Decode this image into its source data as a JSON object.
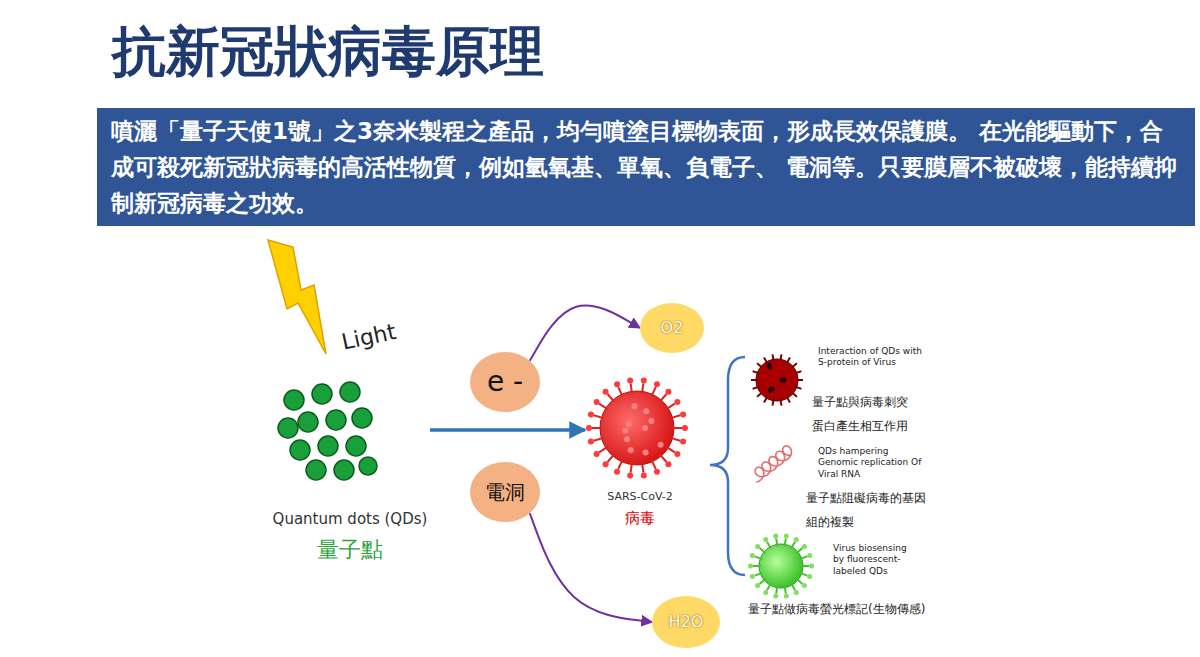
{
  "diagram": {
    "title": "抗新冠狀病毒原理",
    "nodes": [
      {
        "text": [
          "噴灑「量子天使1號」之3奈米製程之產品，均勻噴塗目標物表面，形成長效保護膜。 在光能驅動下，合成可殺死新冠狀病毒的高活性物質，例如氫氧基、單氧、負電子、 電洞等。只要膜層不被破壞，能持續抑制新冠病毒之功效。"
        ]
      },
      {
        "text": [
          "Quantum dots (QDs)",
          "量子點"
        ]
      },
      {
        "text": [
          "e -"
        ]
      },
      {
        "text": [
          "電洞"
        ]
      },
      {
        "text": [
          "SARS-CoV-2",
          "病毒"
        ]
      },
      {
        "text": [
          "O2"
        ]
      },
      {
        "text": [
          "H2O"
        ]
      }
    ],
    "edges": [
      {
        "from": 1,
        "to": 4,
        "arrow": "to"
      },
      {
        "from": 2,
        "to": 5,
        "arrow": "to"
      },
      {
        "from": 3,
        "to": 6,
        "arrow": "to"
      }
    ],
    "labels": [
      "Light",
      "Interaction of QDs with S-protein of Virus",
      "量子點與病毒刺突蛋白產生相互作用",
      "QDs hampering Genomic replication Of Viral RNA",
      "量子點阻礙病毒的基因組的複製",
      "Virus biosensing by fluorescent-labeled QDs",
      "量子點做病毒螢光標記(生物傳感)"
    ]
  }
}
